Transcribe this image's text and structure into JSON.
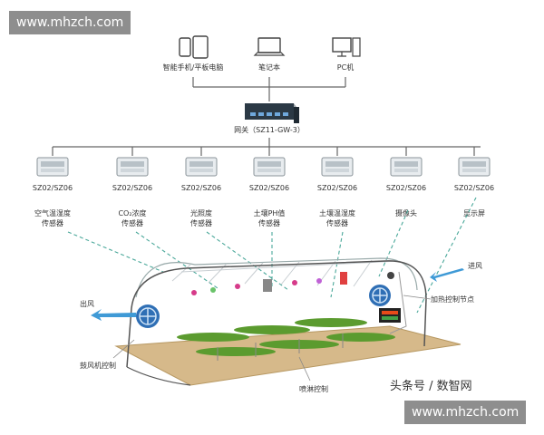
{
  "watermark_top": "www.mhzch.com",
  "watermark_bottom": "www.mhzch.com",
  "source_tag": "头条号 / 数智网",
  "terminals": [
    {
      "label": "智能手机/平板电脑",
      "icon": "phone-tablet-icon"
    },
    {
      "label": "笔记本",
      "icon": "laptop-icon"
    },
    {
      "label": "PC机",
      "icon": "desktop-pc-icon"
    }
  ],
  "gateway": {
    "label": "网关（SZ11-GW-3）",
    "icon": "gateway-device-icon"
  },
  "nodes": [
    {
      "model": "SZ02/SZ06",
      "sensor": [
        "空气温湿度",
        "传感器"
      ]
    },
    {
      "model": "SZ02/SZ06",
      "sensor": [
        "CO₂浓度",
        "传感器"
      ]
    },
    {
      "model": "SZ02/SZ06",
      "sensor": [
        "光照度",
        "传感器"
      ]
    },
    {
      "model": "SZ02/SZ06",
      "sensor": [
        "土壤PH值",
        "传感器"
      ]
    },
    {
      "model": "SZ02/SZ06",
      "sensor": [
        "土壤温湿度",
        "传感器"
      ]
    },
    {
      "model": "SZ02/SZ06",
      "sensor": [
        "摄像头"
      ]
    },
    {
      "model": "SZ02/SZ06",
      "sensor": [
        "显示屏"
      ]
    }
  ],
  "greenhouse": {
    "inlet": "进风",
    "outlet": "出风",
    "heating": "加热控制节点",
    "fan": "鼓风机控制",
    "spray": "喷淋控制"
  },
  "colors": {
    "line": "#666666",
    "dashed": "#4aa89a",
    "arrow": "#3f9ad6",
    "fan": "#2f6fb5",
    "soil": "#c8a870",
    "plant": "#5b9b2f"
  }
}
